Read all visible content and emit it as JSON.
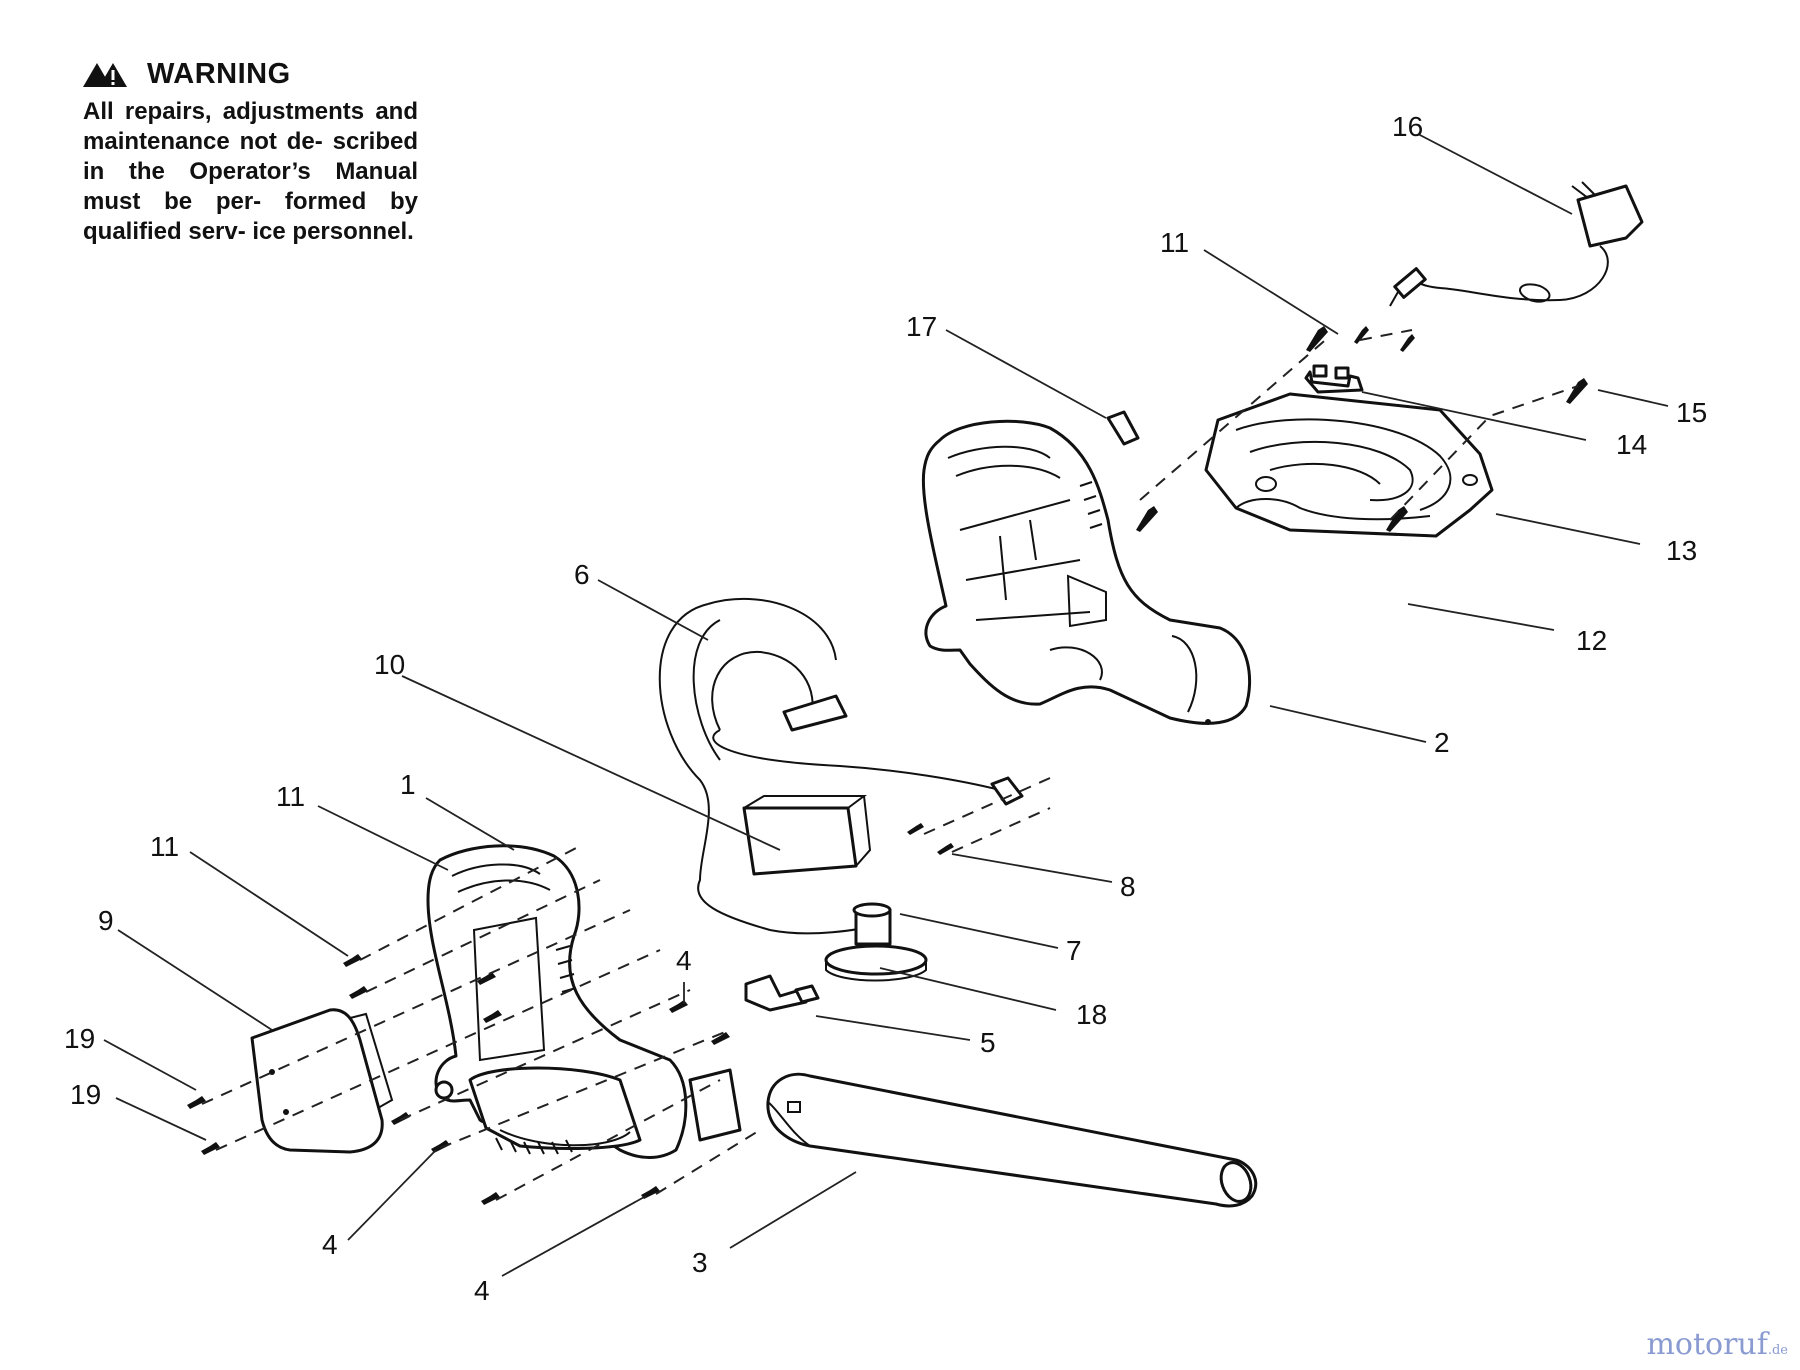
{
  "warning": {
    "heading": "WARNING",
    "body": "All repairs, adjustments and maintenance not de- scribed in the Operator’s Manual must be per- formed by qualified serv- ice personnel."
  },
  "parts": [
    {
      "id": "p16",
      "label": "16"
    },
    {
      "id": "p11a",
      "label": "11"
    },
    {
      "id": "p17",
      "label": "17"
    },
    {
      "id": "p15",
      "label": "15"
    },
    {
      "id": "p14",
      "label": "14"
    },
    {
      "id": "p13",
      "label": "13"
    },
    {
      "id": "p12",
      "label": "12"
    },
    {
      "id": "p6",
      "label": "6"
    },
    {
      "id": "p2",
      "label": "2"
    },
    {
      "id": "p10",
      "label": "10"
    },
    {
      "id": "p1",
      "label": "1"
    },
    {
      "id": "p11b",
      "label": "11"
    },
    {
      "id": "p11c",
      "label": "11"
    },
    {
      "id": "p8",
      "label": "8"
    },
    {
      "id": "p9",
      "label": "9"
    },
    {
      "id": "p7",
      "label": "7"
    },
    {
      "id": "p4a",
      "label": "4"
    },
    {
      "id": "p18",
      "label": "18"
    },
    {
      "id": "p5",
      "label": "5"
    },
    {
      "id": "p19a",
      "label": "19"
    },
    {
      "id": "p19b",
      "label": "19"
    },
    {
      "id": "p4b",
      "label": "4"
    },
    {
      "id": "p3",
      "label": "3"
    },
    {
      "id": "p4c",
      "label": "4"
    }
  ],
  "watermark": {
    "name": "motoruf",
    "tld": ".de"
  },
  "colors": {
    "ink": "#111111",
    "watermark": "#8a9bd2"
  }
}
